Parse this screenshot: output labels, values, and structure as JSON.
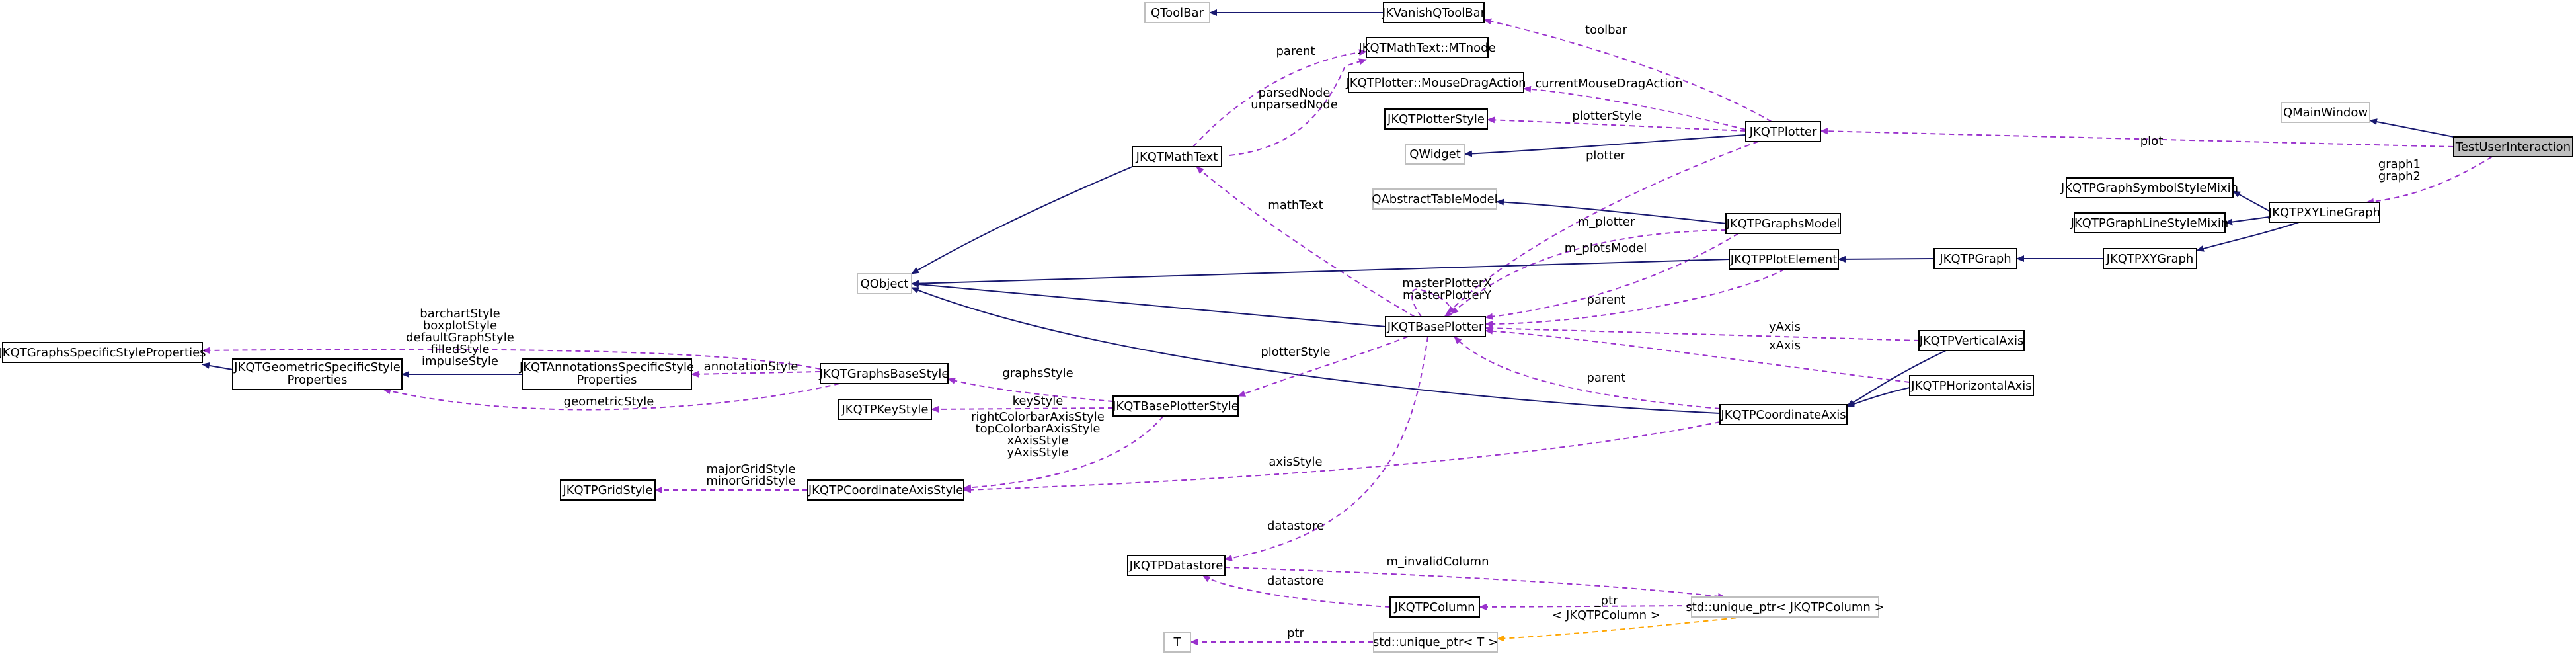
{
  "colors": {
    "inherit": "#191970",
    "usage": "#9a32cd",
    "template": "#ffa500",
    "undocumented_border": "#bfbfbf",
    "documented_border": "#000000",
    "highlight_fill": "#bfbfbf"
  },
  "nodes": {
    "qtoolbar": {
      "label": "QToolBar",
      "style": "external"
    },
    "vanish": {
      "label": "JKVanishQToolBar",
      "style": "normal"
    },
    "mtnode": {
      "label": "JKQTMathText::MTnode",
      "style": "normal"
    },
    "mousedrag": {
      "label": "JKQTPlotter::MouseDragAction",
      "style": "normal"
    },
    "plotterstyle": {
      "label": "JKQTPlotterStyle",
      "style": "normal"
    },
    "qwidget": {
      "label": "QWidget",
      "style": "external"
    },
    "jkqtplotter": {
      "label": "JKQTPlotter",
      "style": "normal"
    },
    "qmainwindow": {
      "label": "QMainWindow",
      "style": "external"
    },
    "testui": {
      "label": "TestUserInteraction",
      "style": "highlight"
    },
    "symbolmixin": {
      "label": "JKQTPGraphSymbolStyleMixin",
      "style": "normal"
    },
    "linemixin": {
      "label": "JKQTPGraphLineStyleMixin",
      "style": "normal"
    },
    "xylinegraph": {
      "label": "JKQTPXYLineGraph",
      "style": "normal"
    },
    "xygraph": {
      "label": "JKQTPXYGraph",
      "style": "normal"
    },
    "graph": {
      "label": "JKQTPGraph",
      "style": "normal"
    },
    "mathtext": {
      "label": "JKQTMathText",
      "style": "normal"
    },
    "qabstract": {
      "label": "QAbstractTableModel",
      "style": "external"
    },
    "graphsmodel": {
      "label": "JKQTPGraphsModel",
      "style": "normal"
    },
    "plotelement": {
      "label": "JKQTPPlotElement",
      "style": "normal"
    },
    "qobject": {
      "label": "QObject",
      "style": "external"
    },
    "baseplotter": {
      "label": "JKQTBasePlotter",
      "style": "normal"
    },
    "vertaxis": {
      "label": "JKQTPVerticalAxis",
      "style": "normal"
    },
    "horizaxis": {
      "label": "JKQTPHorizontalAxis",
      "style": "normal"
    },
    "graphsspecific": {
      "label": "JKQTGraphsSpecificStyleProperties",
      "style": "normal"
    },
    "geometric": {
      "lines": [
        "JKQTGeometricSpecificStyle",
        "Properties"
      ],
      "style": "normal"
    },
    "annotations": {
      "lines": [
        "JKQTAnnotationsSpecificStyle",
        "Properties"
      ],
      "style": "normal"
    },
    "graphsbase": {
      "label": "JKQTGraphsBaseStyle",
      "style": "normal"
    },
    "keystyle": {
      "label": "JKQTPKeyStyle",
      "style": "normal"
    },
    "baseplotterstyle": {
      "label": "JKQTBasePlotterStyle",
      "style": "normal"
    },
    "coordaxis": {
      "label": "JKQTPCoordinateAxis",
      "style": "normal"
    },
    "gridstyle": {
      "label": "JKQTPGridStyle",
      "style": "normal"
    },
    "coordaxisstyle": {
      "label": "JKQTPCoordinateAxisStyle",
      "style": "normal"
    },
    "datastore": {
      "label": "JKQTPDatastore",
      "style": "normal"
    },
    "column": {
      "label": "JKQTPColumn",
      "style": "normal"
    },
    "uniqueptrcol": {
      "label": "std::unique_ptr< JKQTPColumn >",
      "style": "external"
    },
    "t": {
      "label": "T",
      "style": "external"
    },
    "uniqueptrt": {
      "label": "std::unique_ptr< T >",
      "style": "external"
    }
  },
  "edge_labels": {
    "toolbar": [
      "toolbar"
    ],
    "parent_mt": [
      "parent"
    ],
    "parsed": [
      "parsedNode",
      "unparsedNode"
    ],
    "drag": [
      "currentMouseDragAction"
    ],
    "plotterstyle": [
      "plotterStyle"
    ],
    "plot": [
      "plot"
    ],
    "graph12": [
      "graph1",
      "graph2"
    ],
    "plotter": [
      "plotter"
    ],
    "mathtext": [
      "mathText"
    ],
    "m_plotter": [
      "m_plotter"
    ],
    "m_plotsmodel": [
      "m_plotsModel"
    ],
    "master": [
      "masterPlotterX",
      "masterPlotterY"
    ],
    "parent_pe": [
      "parent"
    ],
    "yaxis": [
      "yAxis"
    ],
    "xaxis": [
      "xAxis"
    ],
    "parent_ca": [
      "parent"
    ],
    "bsgs": [
      "barchartStyle",
      "boxplotStyle",
      "defaultGraphStyle",
      "filledStyle",
      "impulseStyle"
    ],
    "annot": [
      "annotationStyle"
    ],
    "geom": [
      "geometricStyle"
    ],
    "graphsstyle": [
      "graphsStyle"
    ],
    "plotterstyle2": [
      "plotterStyle"
    ],
    "keystyle": [
      "keyStyle"
    ],
    "axisstyles": [
      "rightColorbarAxisStyle",
      "topColorbarAxisStyle",
      "xAxisStyle",
      "yAxisStyle"
    ],
    "axisstyle": [
      "axisStyle"
    ],
    "grid": [
      "majorGridStyle",
      "minorGridStyle"
    ],
    "datastore": [
      "datastore"
    ],
    "invalidcol": [
      "m_invalidColumn"
    ],
    "datastore2": [
      "datastore"
    ],
    "ptr": [
      "_ptr"
    ],
    "tmpl": [
      "< JKQTPColumn >"
    ],
    "ptr2": [
      "ptr"
    ]
  }
}
